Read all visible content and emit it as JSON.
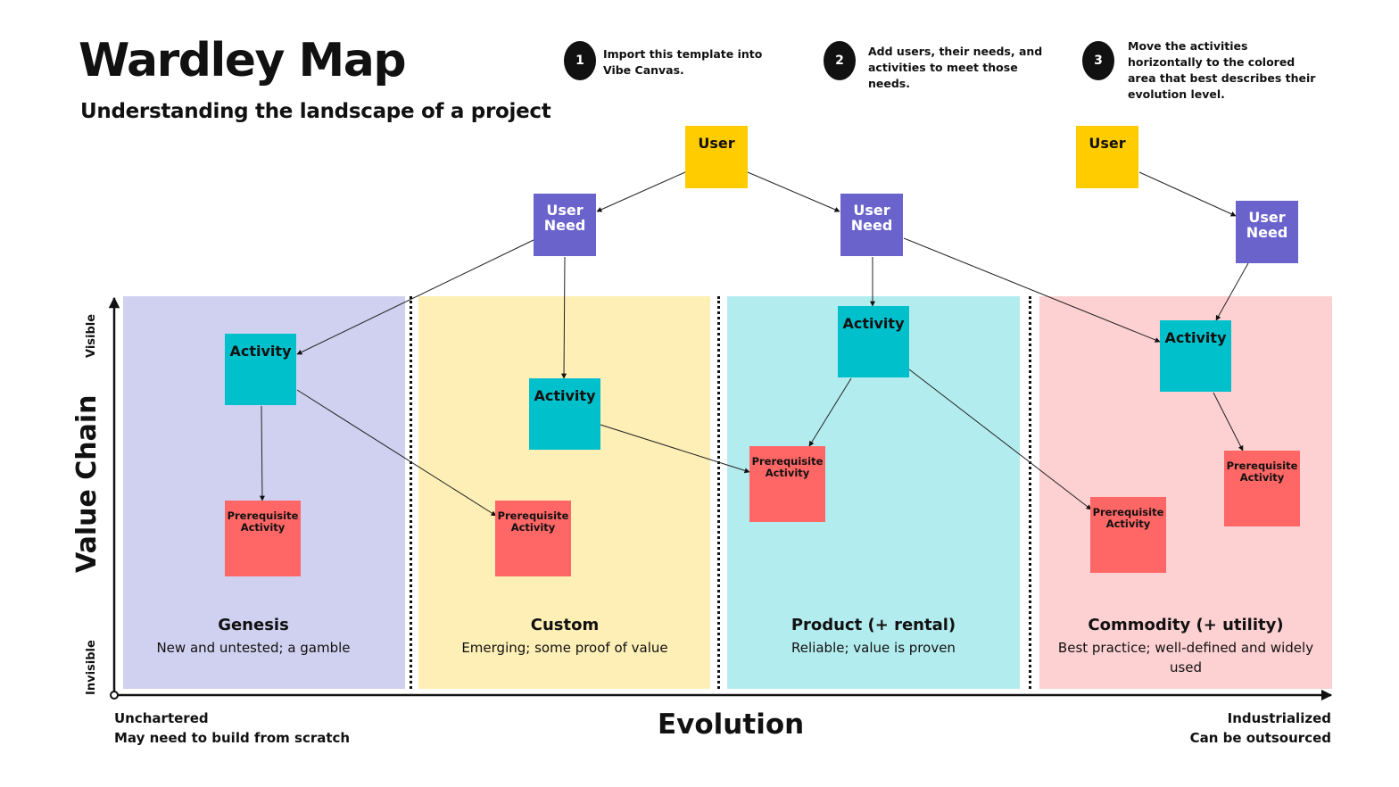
{
  "header": {
    "title": "Wardley Map",
    "subtitle": "Understanding the landscape of a project"
  },
  "steps": [
    {
      "number": "1",
      "text": "Import this template into Vibe Canvas."
    },
    {
      "number": "2",
      "text": "Add users, their needs, and activities to meet those needs."
    },
    {
      "number": "3",
      "text": "Move the activities horizontally to the colored area that best describes their evolution level."
    }
  ],
  "zones": [
    {
      "title": "Genesis",
      "description": "New and untested; a gamble",
      "color": "#d0d0f0"
    },
    {
      "title": "Custom",
      "description": "Emerging; some proof of value",
      "color": "#fdefb5"
    },
    {
      "title": "Product (+ rental)",
      "description": "Reliable; value is proven",
      "color": "#b3ecef"
    },
    {
      "title": "Commodity (+ utility)",
      "description": "Best practice; well-defined and widely used",
      "color": "#fdd0d2"
    }
  ],
  "notes": {
    "user_label": "User",
    "need_label": "User Need",
    "activity_label": "Activity",
    "prereq_label": "Prerequisite Activity"
  },
  "axes": {
    "y_label": "Value Chain",
    "y_top": "Visible",
    "y_bottom": "Invisible",
    "x_label": "Evolution",
    "x_left_line1": "Unchartered",
    "x_left_line2": "May need to build from scratch",
    "x_right_line1": "Industrialized",
    "x_right_line2": "Can be outsourced"
  },
  "colors": {
    "user": "#ffcc00",
    "need": "#6a63cc",
    "activity": "#00c0cc",
    "prereq": "#ff6666"
  }
}
